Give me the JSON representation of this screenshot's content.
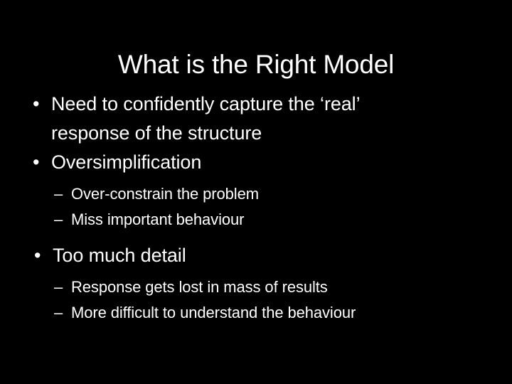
{
  "slide": {
    "background_color": "#000000",
    "text_color": "#FFFFFF",
    "title": "What is the Right Model",
    "bullet_marker": "•",
    "subbullet_marker": "–",
    "content": [
      {
        "level": 1,
        "text": "Need to confidently capture the ‘real’ response of the structure"
      },
      {
        "level": 1,
        "text": "Oversimplification"
      },
      {
        "level": 2,
        "text": "Over-constrain the problem"
      },
      {
        "level": 2,
        "text": "Miss important behaviour"
      },
      {
        "level": 1,
        "text": "Too much detail"
      },
      {
        "level": 2,
        "text": "Response gets lost in mass of results"
      },
      {
        "level": 2,
        "text": "More difficult to understand the behaviour"
      }
    ]
  }
}
